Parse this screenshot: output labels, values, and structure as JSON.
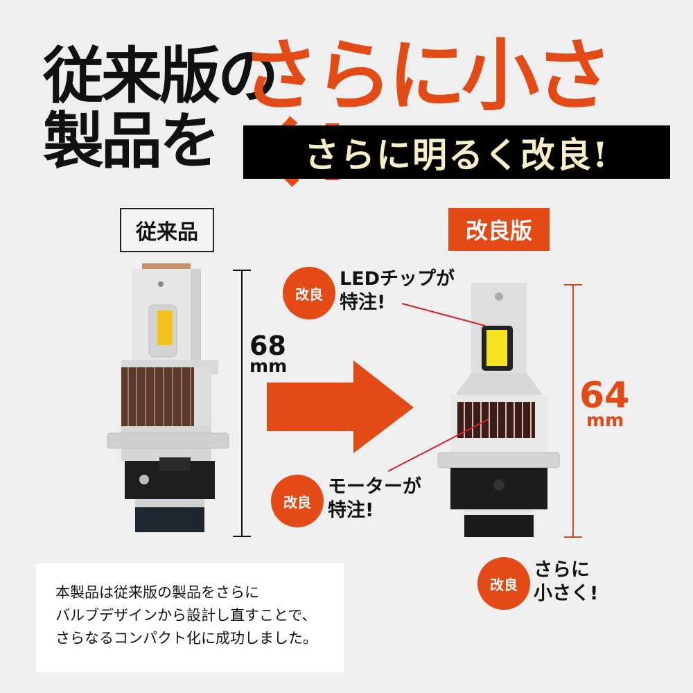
{
  "headline": {
    "line1": "従来版の",
    "line2": "製品を",
    "accent": "さらに小さく!",
    "subbar": "さらに明るく改良!"
  },
  "labels": {
    "old": "従来品",
    "new": "改良版"
  },
  "dimensions": {
    "old": {
      "value": "68",
      "unit": "mm"
    },
    "new": {
      "value": "64",
      "unit": "mm"
    }
  },
  "callouts": [
    {
      "badge": "改良",
      "line1": "LEDチップが",
      "line2": "特注!"
    },
    {
      "badge": "改良",
      "line1": "モーターが",
      "line2": "特注!"
    },
    {
      "badge": "改良",
      "line1": "さらに",
      "line2": "小さく!"
    }
  ],
  "description": {
    "line1": "本製品は従来版の製品をさらに",
    "line2": "バルブデザインから設計し直すことで、",
    "line3": "さらなるコンパクト化に成功しました。"
  },
  "colors": {
    "accent": "#e34a16",
    "background": "#efefef",
    "subbar_text": "#f8efc8",
    "leader_line": "#d4202a"
  }
}
